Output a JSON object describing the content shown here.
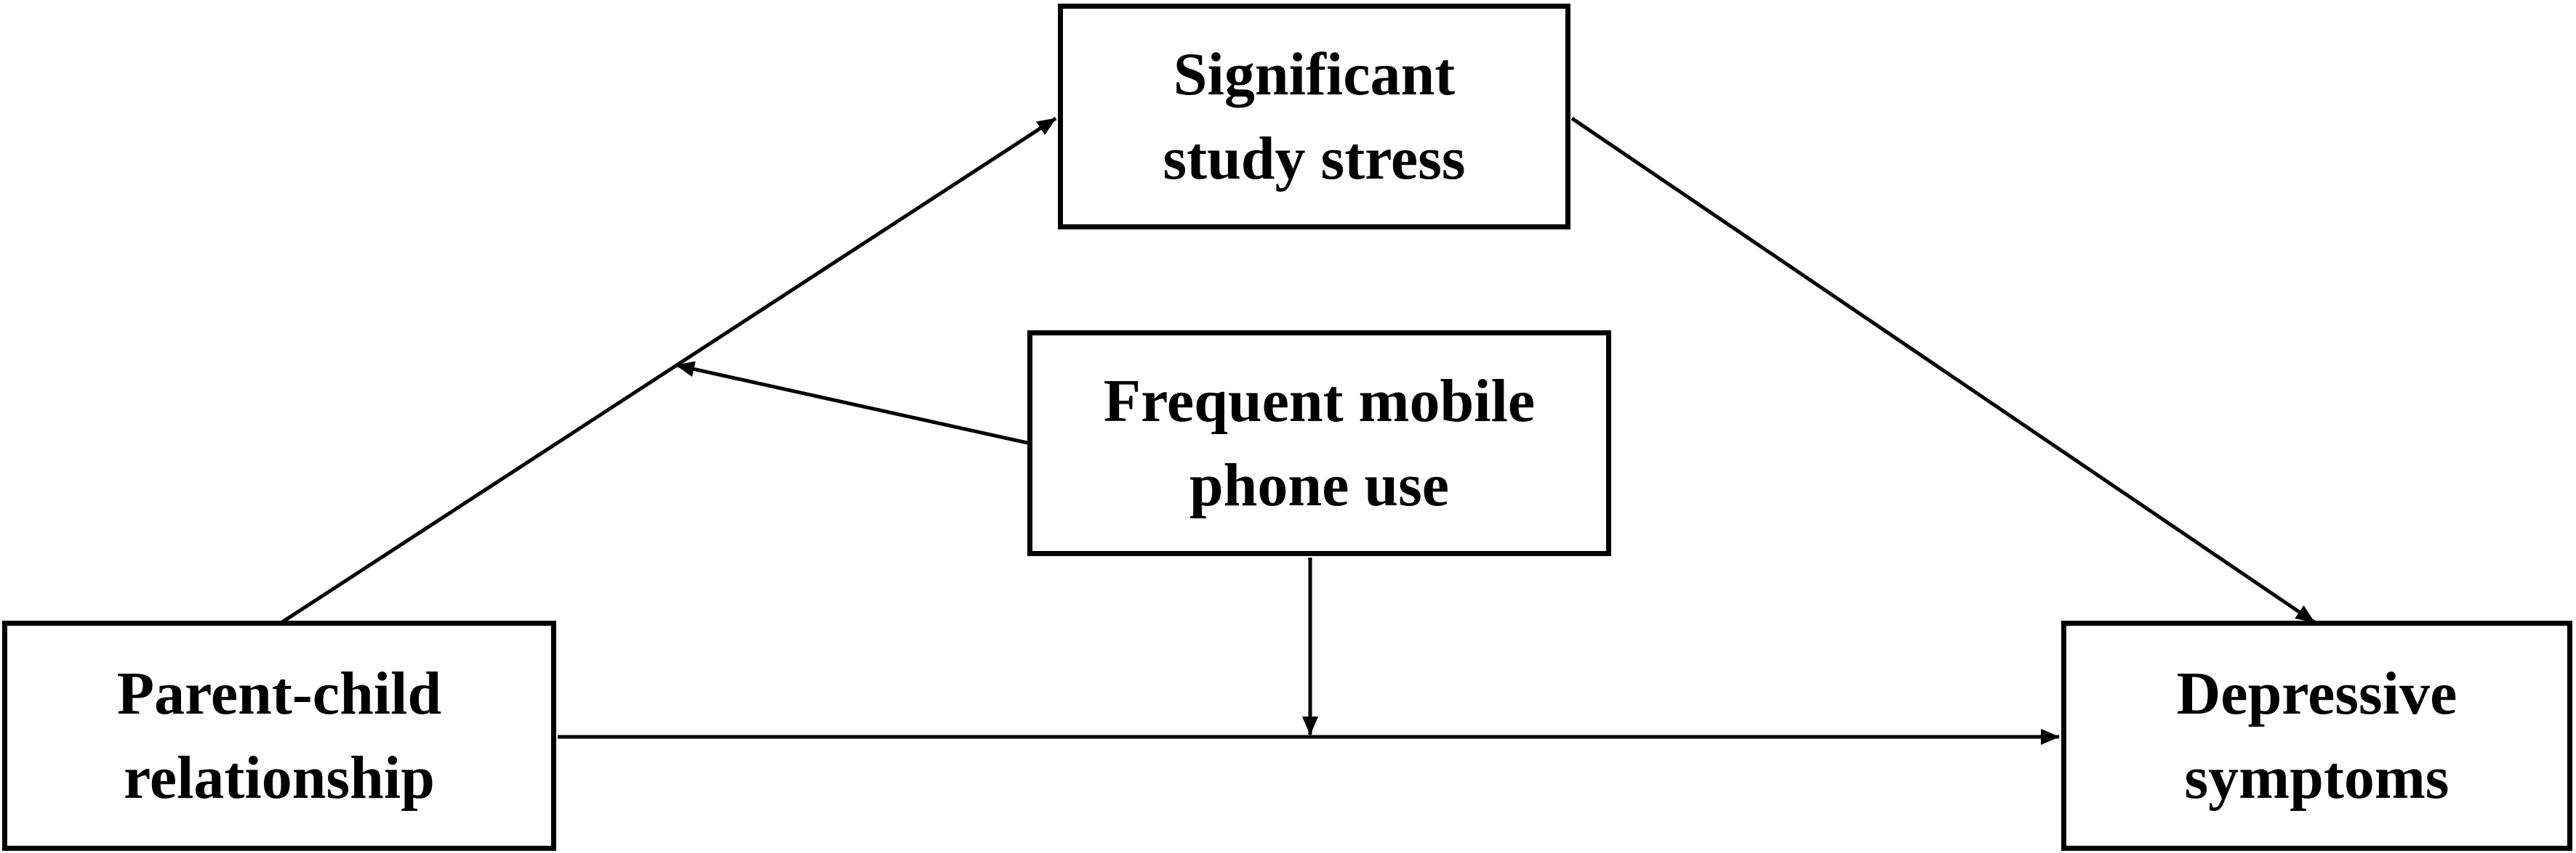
{
  "diagram": {
    "nodes": {
      "mediator": {
        "line1": "Significant",
        "line2": "study stress"
      },
      "moderator": {
        "line1": "Frequent mobile",
        "line2": "phone use"
      },
      "predictor": {
        "line1": "Parent-child",
        "line2": "relationship"
      },
      "outcome": {
        "line1": "Depressive",
        "line2": "symptoms"
      }
    },
    "edges": [
      {
        "from": "predictor",
        "to": "mediator"
      },
      {
        "from": "mediator",
        "to": "outcome"
      },
      {
        "from": "predictor",
        "to": "outcome"
      },
      {
        "from": "moderator",
        "to": "predictor-mediator path"
      },
      {
        "from": "moderator",
        "to": "predictor-outcome path"
      }
    ],
    "line_color": "#000000",
    "background_color": "#ffffff"
  }
}
